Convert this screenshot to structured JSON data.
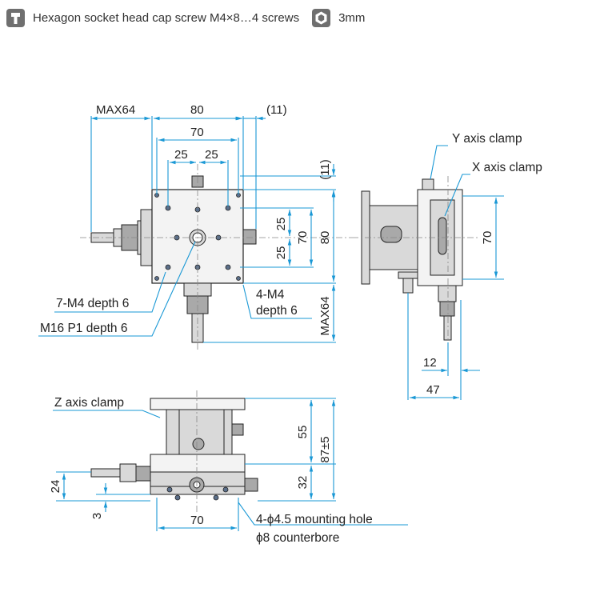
{
  "legend": {
    "screw_text": "Hexagon socket head cap screw M4×8…4 screws",
    "wrench_text": "3mm",
    "screw_icon": "cap-screw-icon",
    "wrench_icon": "hex-wrench-icon"
  },
  "dimensions": {
    "top_max": "MAX64",
    "top_width": "80",
    "top_screw": "(11)",
    "top_inner": "70",
    "top_pitch_left": "25",
    "top_pitch_right": "25",
    "right_screw": "(11)",
    "right_pitch_top": "25",
    "right_pitch_bottom": "25",
    "right_inner": "70",
    "right_height": "80",
    "right_max": "MAX64",
    "side_height": "70",
    "side_offset": "12",
    "side_depth": "47",
    "front_upper": "55",
    "front_total": "87±5",
    "front_lower": "32",
    "front_knob": "24",
    "front_base": "3",
    "front_holes": "70"
  },
  "callouts": {
    "tapped_holes": "7-M4 depth 6",
    "center_hole": "M16 P1 depth 6",
    "side_holes_line1": "4-M4",
    "side_holes_line2": "depth 6",
    "y_clamp": "Y axis clamp",
    "x_clamp": "X axis clamp",
    "z_clamp": "Z axis clamp",
    "mount_line1": "4-ϕ4.5 mounting hole",
    "mount_line2": "ϕ8 counterbore"
  },
  "colors": {
    "dimension_line": "#1a98d5",
    "part_fill": "#d9d9d9",
    "part_dark": "#a9a9a9",
    "icon_gray": "#6f6f6f"
  }
}
